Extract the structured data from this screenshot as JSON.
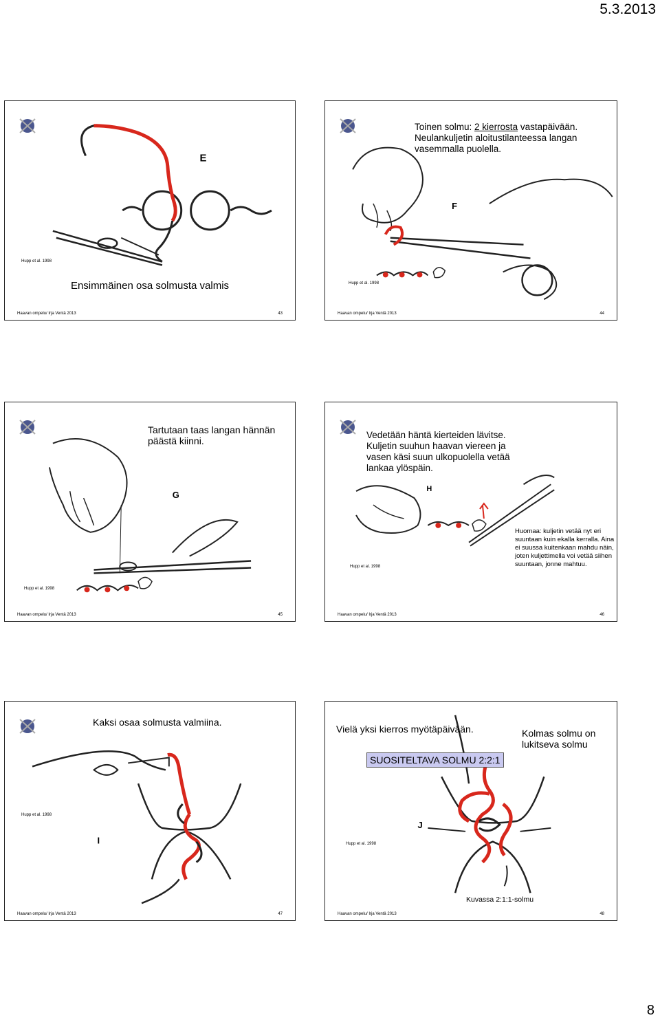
{
  "header": {
    "date": "5.3.2013"
  },
  "page_number": "8",
  "footer_left": "Haavan ompelu/ Irja Ventä 2013",
  "slides": [
    {
      "number": "43",
      "caption": "Ensimmäinen osa solmusta valmis",
      "credit": "Hupp et al. 1998",
      "figure_letter": "E"
    },
    {
      "number": "44",
      "text_part1": "Toinen solmu: ",
      "text_underlined": "2 kierrosta",
      "text_part2": " vastapäivään. Neulankuljetin aloitustilanteessa langan vasemmalla puolella.",
      "credit": "Hupp et al. 1998",
      "figure_letter": "F"
    },
    {
      "number": "45",
      "title": "Tartutaan taas langan hännän päästä kiinni.",
      "credit": "Hupp et al. 1998",
      "figure_letter": "G"
    },
    {
      "number": "46",
      "title": "Vedetään häntä kierteiden lävitse. Kuljetin suuhun haavan viereen ja vasen käsi suun ulkopuolella vetää lankaa ylöspäin.",
      "note": "Huomaa: kuljetin vetää nyt eri suuntaan kuin ekalla kerralla. Aina ei suussa kuitenkaan mahdu näin, joten kuljettimella voi vetää siihen suuntaan, jonne mahtuu.",
      "credit": "Hupp et al. 1998",
      "figure_letter": "H"
    },
    {
      "number": "47",
      "title": "Kaksi osaa solmusta valmiina.",
      "credit": "Hupp et al. 1998",
      "figure_letter": "I"
    },
    {
      "number": "48",
      "title_left": "Vielä yksi kierros myötäpäivään.",
      "title_right": "Kolmas solmu on lukitseva solmu",
      "badge": "SUOSITELTAVA SOLMU 2:2:1",
      "bottom_caption": "Kuvassa 2:1:1-solmu",
      "credit": "Hupp et al. 1998",
      "figure_letter": "J"
    }
  ],
  "colors": {
    "suture_red": "#d8271c",
    "badge_bg": "#c9c9f0",
    "logo_blue": "#2b3a7a"
  }
}
